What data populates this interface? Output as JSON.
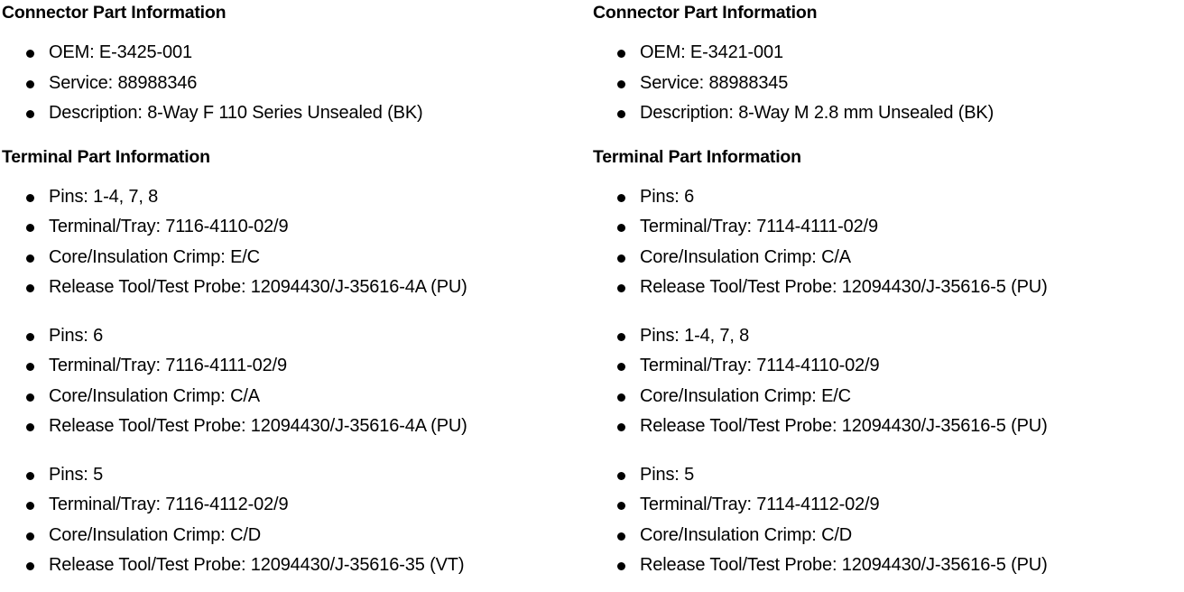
{
  "theme": {
    "background": "#ffffff",
    "text": "#000000"
  },
  "columns": [
    {
      "id": "left-column",
      "connector": {
        "heading": "Connector Part Information",
        "items": [
          "OEM: E-3425-001",
          "Service: 88988346",
          "Description: 8-Way F 110 Series Unsealed (BK)"
        ]
      },
      "terminal": {
        "heading": "Terminal Part Information",
        "groups": [
          [
            "Pins: 1-4, 7, 8",
            "Terminal/Tray: 7116-4110-02/9",
            "Core/Insulation Crimp: E/C",
            "Release Tool/Test Probe: 12094430/J-35616-4A (PU)"
          ],
          [
            "Pins: 6",
            "Terminal/Tray: 7116-4111-02/9",
            "Core/Insulation Crimp: C/A",
            "Release Tool/Test Probe: 12094430/J-35616-4A (PU)"
          ],
          [
            "Pins: 5",
            "Terminal/Tray: 7116-4112-02/9",
            "Core/Insulation Crimp: C/D",
            "Release Tool/Test Probe: 12094430/J-35616-35 (VT)"
          ]
        ]
      }
    },
    {
      "id": "right-column",
      "connector": {
        "heading": "Connector Part Information",
        "items": [
          "OEM: E-3421-001",
          "Service: 88988345",
          "Description: 8-Way M 2.8 mm Unsealed (BK)"
        ]
      },
      "terminal": {
        "heading": "Terminal Part Information",
        "groups": [
          [
            "Pins: 6",
            "Terminal/Tray: 7114-4111-02/9",
            "Core/Insulation Crimp: C/A",
            "Release Tool/Test Probe: 12094430/J-35616-5 (PU)"
          ],
          [
            "Pins: 1-4, 7, 8",
            "Terminal/Tray: 7114-4110-02/9",
            "Core/Insulation Crimp: E/C",
            "Release Tool/Test Probe: 12094430/J-35616-5 (PU)"
          ],
          [
            "Pins: 5",
            "Terminal/Tray: 7114-4112-02/9",
            "Core/Insulation Crimp: C/D",
            "Release Tool/Test Probe: 12094430/J-35616-5 (PU)"
          ]
        ]
      }
    }
  ]
}
